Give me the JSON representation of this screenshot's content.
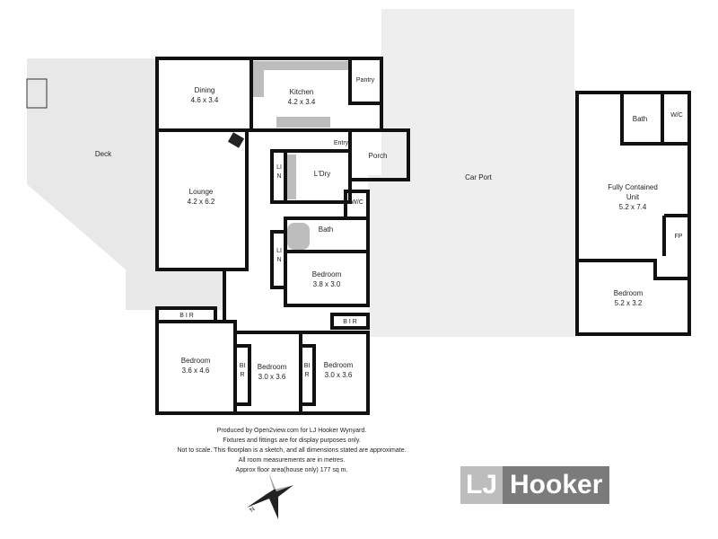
{
  "rooms": {
    "deck": {
      "name": "Deck"
    },
    "dining": {
      "name": "Dining",
      "size": "4.6 x 3.4"
    },
    "kitchen": {
      "name": "Kitchen",
      "size": "4.2 x 3.4"
    },
    "pantry": {
      "name": "Pantry"
    },
    "entry": {
      "name": "Entry"
    },
    "porch": {
      "name": "Porch"
    },
    "lounge": {
      "name": "Lounge",
      "size": "4.2 x 6.2"
    },
    "laundry": {
      "name": "L'Dry"
    },
    "lin1": {
      "name": "LIN"
    },
    "wc": {
      "name": "W/C"
    },
    "bath": {
      "name": "Bath"
    },
    "lin2": {
      "name": "LIN"
    },
    "bedroom_a": {
      "name": "Bedroom",
      "size": "3.8 x 3.0"
    },
    "bir_a": {
      "name": "B I R"
    },
    "bir_b": {
      "name": "B I R"
    },
    "bedroom_b": {
      "name": "Bedroom",
      "size": "3.6 x 4.6"
    },
    "bedroom_c": {
      "name": "Bedroom",
      "size": "3.0 x 3.6"
    },
    "bir_c": {
      "name": "BIR"
    },
    "bedroom_d": {
      "name": "Bedroom",
      "size": "3.0 x 3.6"
    },
    "bir_d": {
      "name": "BIR"
    },
    "carport": {
      "name": "Car Port"
    },
    "unit": {
      "name": "Fully Contained\nUnit",
      "line1": "Fully Contained",
      "line2": "Unit",
      "size": "5.2 x 7.4"
    },
    "unit_bath": {
      "name": "Bath"
    },
    "unit_wc": {
      "name": "W/C"
    },
    "unit_fp": {
      "name": "FP"
    },
    "unit_bedroom": {
      "name": "Bedroom",
      "size": "5.2 x 3.2"
    }
  },
  "footer": {
    "lines": [
      "Produced by Open2view.com for LJ Hooker Wynyard.",
      "Fixtures and fittings are for display purposes only.",
      "Not to scale. This floorplan is a sketch, and all dimensions stated are approximate.",
      "All room measurements are in metres.",
      "Approx floor area(house only) 177 sq m."
    ],
    "compass": "N"
  },
  "logo": {
    "part1": "LJ",
    "part2": "Hooker"
  },
  "colors": {
    "wall": "#111111",
    "deck": "#e6e6e6",
    "carport": "#ededed",
    "fixture": "#bdbdbd"
  }
}
